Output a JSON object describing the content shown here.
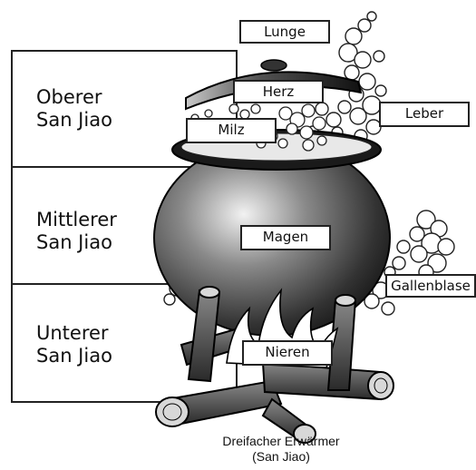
{
  "zones": [
    {
      "line1": "Oberer",
      "line2": "San Jiao"
    },
    {
      "line1": "Mittlerer",
      "line2": "San Jiao"
    },
    {
      "line1": "Unterer",
      "line2": "San Jiao"
    }
  ],
  "organs": {
    "lunge": "Lunge",
    "herz": "Herz",
    "milz": "Milz",
    "leber": "Leber",
    "magen": "Magen",
    "gallenblase": "Gallenblase",
    "nieren": "Nieren"
  },
  "caption": {
    "line1": "Dreifacher Erwärmer",
    "line2": "(San Jiao)"
  }
}
